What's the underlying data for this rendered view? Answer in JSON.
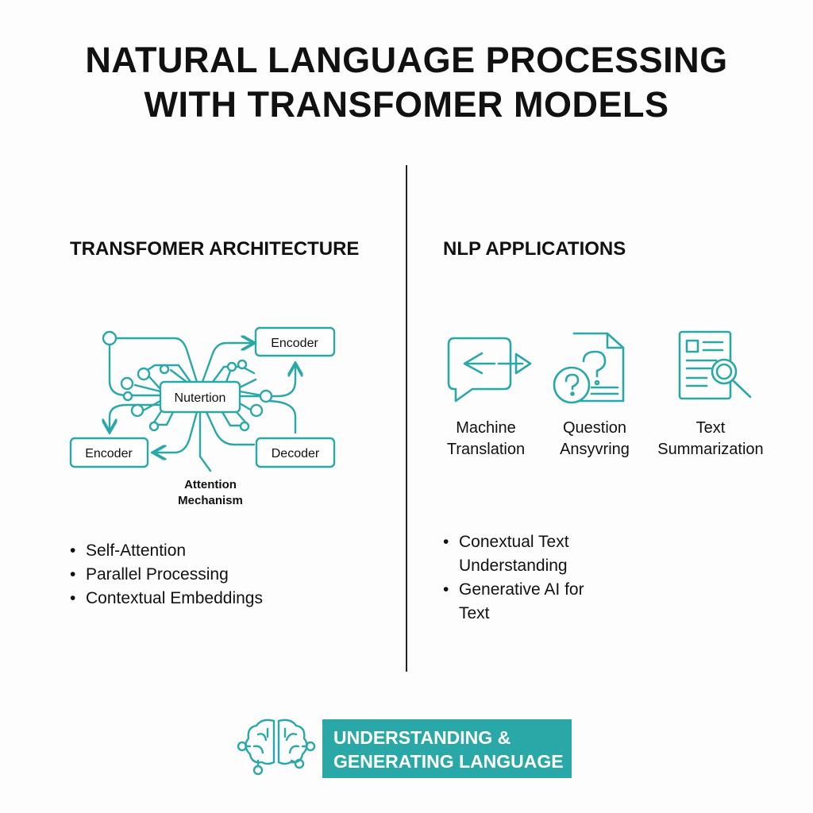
{
  "title": {
    "line1": "NATURAL LANGUAGE PROCESSING",
    "line2": "WITH TRANSFOMER MODELS"
  },
  "left": {
    "heading": "TRANSFOMER ARCHITECTURE",
    "diagram": {
      "center": "Nutertion",
      "top_right": "Encoder",
      "bottom_left": "Encoder",
      "bottom_right": "Decoder",
      "caption_line1": "Attention",
      "caption_line2": "Mechanism"
    },
    "bullets": [
      "Self-Attention",
      "Parallel Processing",
      "Contextual Embeddings"
    ]
  },
  "right": {
    "heading": "NLP APPLICATIONS",
    "apps": [
      {
        "line1": "Machine",
        "line2": "Translation",
        "icon": "translation-icon"
      },
      {
        "line1": "Question",
        "line2": "Ansyvring",
        "icon": "question-document-icon"
      },
      {
        "line1": "Text",
        "line2": "Summarization",
        "icon": "document-search-icon"
      }
    ],
    "bullets": [
      "Conextual Text Understanding",
      "Generative AI for Text"
    ]
  },
  "banner": {
    "line1": "UNDERSTANDING &",
    "line2": "GENERATING LANGUAGE",
    "icon": "brain-circuit-icon"
  },
  "colors": {
    "accent": "#2aa8a8",
    "text": "#111111"
  }
}
